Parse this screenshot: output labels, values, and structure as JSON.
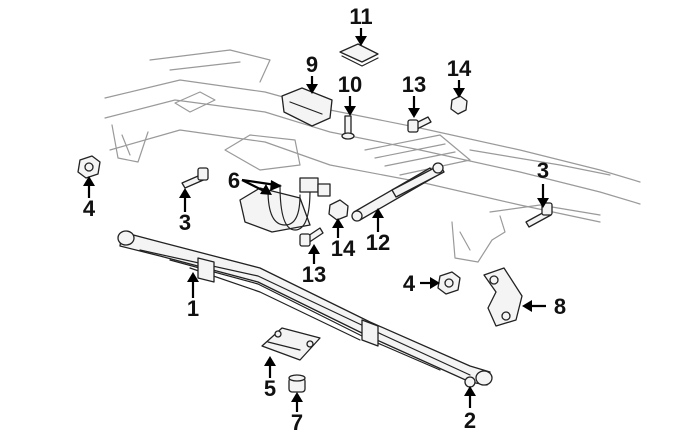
{
  "diagram": {
    "callouts": [
      {
        "id": "c1",
        "label": "1",
        "part": "leaf-spring"
      },
      {
        "id": "c2",
        "label": "2",
        "part": "spring-eye-bushing"
      },
      {
        "id": "c3a",
        "label": "3",
        "part": "shackle-bolt"
      },
      {
        "id": "c3b",
        "label": "3",
        "part": "shackle-bolt"
      },
      {
        "id": "c4a",
        "label": "4",
        "part": "nut"
      },
      {
        "id": "c4b",
        "label": "4",
        "part": "nut"
      },
      {
        "id": "c5",
        "label": "5",
        "part": "spring-plate"
      },
      {
        "id": "c6",
        "label": "6",
        "part": "u-bolts"
      },
      {
        "id": "c7",
        "label": "7",
        "part": "bump-stop"
      },
      {
        "id": "c8",
        "label": "8",
        "part": "shackle"
      },
      {
        "id": "c9",
        "label": "9",
        "part": "bracket"
      },
      {
        "id": "c10",
        "label": "10",
        "part": "bolt"
      },
      {
        "id": "c11",
        "label": "11",
        "part": "jounce-plate"
      },
      {
        "id": "c12",
        "label": "12",
        "part": "shock-absorber"
      },
      {
        "id": "c13a",
        "label": "13",
        "part": "bolt"
      },
      {
        "id": "c13b",
        "label": "13",
        "part": "bolt"
      },
      {
        "id": "c14a",
        "label": "14",
        "part": "nut"
      },
      {
        "id": "c14b",
        "label": "14",
        "part": "nut"
      }
    ]
  }
}
